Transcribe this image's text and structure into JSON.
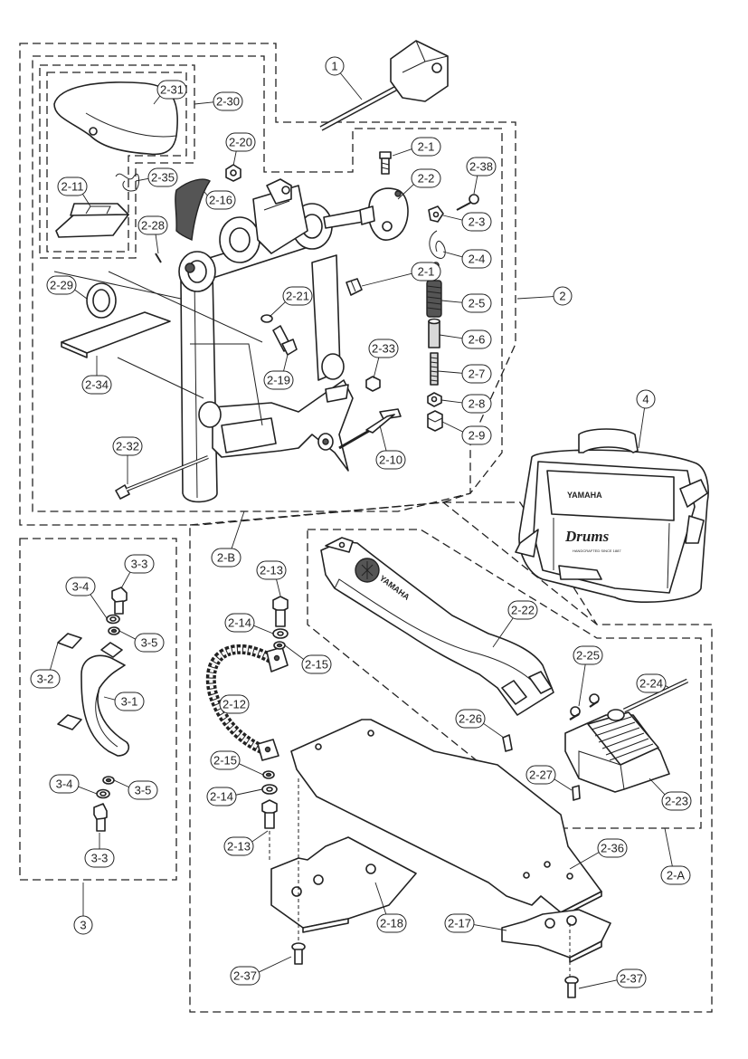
{
  "callouts": [
    {
      "id": "c-1",
      "text": "1"
    },
    {
      "id": "c-2",
      "text": "2"
    },
    {
      "id": "c-3",
      "text": "3"
    },
    {
      "id": "c-4",
      "text": "4"
    },
    {
      "id": "c-2-1a",
      "text": "2-1"
    },
    {
      "id": "c-2-1b",
      "text": "2-1"
    },
    {
      "id": "c-2-2",
      "text": "2-2"
    },
    {
      "id": "c-2-3",
      "text": "2-3"
    },
    {
      "id": "c-2-4",
      "text": "2-4"
    },
    {
      "id": "c-2-5",
      "text": "2-5"
    },
    {
      "id": "c-2-6",
      "text": "2-6"
    },
    {
      "id": "c-2-7",
      "text": "2-7"
    },
    {
      "id": "c-2-8",
      "text": "2-8"
    },
    {
      "id": "c-2-9",
      "text": "2-9"
    },
    {
      "id": "c-2-10",
      "text": "2-10"
    },
    {
      "id": "c-2-11",
      "text": "2-11"
    },
    {
      "id": "c-2-12",
      "text": "2-12"
    },
    {
      "id": "c-2-13a",
      "text": "2-13"
    },
    {
      "id": "c-2-13b",
      "text": "2-13"
    },
    {
      "id": "c-2-14a",
      "text": "2-14"
    },
    {
      "id": "c-2-14b",
      "text": "2-14"
    },
    {
      "id": "c-2-15a",
      "text": "2-15"
    },
    {
      "id": "c-2-15b",
      "text": "2-15"
    },
    {
      "id": "c-2-16",
      "text": "2-16"
    },
    {
      "id": "c-2-17",
      "text": "2-17"
    },
    {
      "id": "c-2-18",
      "text": "2-18"
    },
    {
      "id": "c-2-19",
      "text": "2-19"
    },
    {
      "id": "c-2-20",
      "text": "2-20"
    },
    {
      "id": "c-2-21",
      "text": "2-21"
    },
    {
      "id": "c-2-22",
      "text": "2-22"
    },
    {
      "id": "c-2-23",
      "text": "2-23"
    },
    {
      "id": "c-2-24",
      "text": "2-24"
    },
    {
      "id": "c-2-25",
      "text": "2-25"
    },
    {
      "id": "c-2-26",
      "text": "2-26"
    },
    {
      "id": "c-2-27",
      "text": "2-27"
    },
    {
      "id": "c-2-28",
      "text": "2-28"
    },
    {
      "id": "c-2-29",
      "text": "2-29"
    },
    {
      "id": "c-2-30",
      "text": "2-30"
    },
    {
      "id": "c-2-31",
      "text": "2-31"
    },
    {
      "id": "c-2-32",
      "text": "2-32"
    },
    {
      "id": "c-2-33",
      "text": "2-33"
    },
    {
      "id": "c-2-34",
      "text": "2-34"
    },
    {
      "id": "c-2-35",
      "text": "2-35"
    },
    {
      "id": "c-2-36",
      "text": "2-36"
    },
    {
      "id": "c-2-37a",
      "text": "2-37"
    },
    {
      "id": "c-2-37b",
      "text": "2-37"
    },
    {
      "id": "c-2-38",
      "text": "2-38"
    },
    {
      "id": "c-2-A",
      "text": "2-A"
    },
    {
      "id": "c-2-B",
      "text": "2-B"
    },
    {
      "id": "c-3-1",
      "text": "3-1"
    },
    {
      "id": "c-3-2",
      "text": "3-2"
    },
    {
      "id": "c-3-3a",
      "text": "3-3"
    },
    {
      "id": "c-3-3b",
      "text": "3-3"
    },
    {
      "id": "c-3-4a",
      "text": "3-4"
    },
    {
      "id": "c-3-4b",
      "text": "3-4"
    },
    {
      "id": "c-3-5a",
      "text": "3-5"
    },
    {
      "id": "c-3-5b",
      "text": "3-5"
    }
  ],
  "brand": {
    "footboard": "YAMAHA",
    "bag_logo": "YAMAHA",
    "bag_script": "Drums",
    "bag_small": "HANDCRAFTED SINCE 1887"
  }
}
